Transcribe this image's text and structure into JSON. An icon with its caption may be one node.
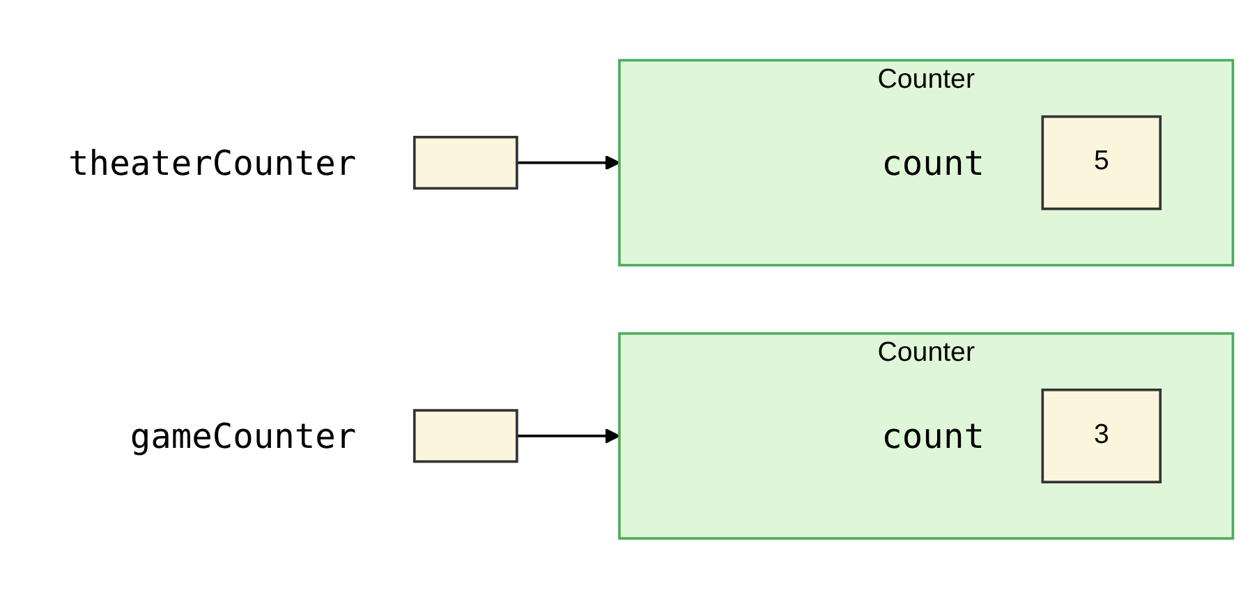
{
  "diagram": {
    "nodes": [
      {
        "text": [],
        "shape": "box",
        "beside": [
          "theaterCounter"
        ]
      },
      {
        "text": [
          "Counter"
        ]
      },
      {
        "text": [
          "5"
        ],
        "in": 1,
        "beside": [
          "count"
        ]
      },
      {
        "text": [],
        "shape": "box",
        "beside": [
          "gameCounter"
        ]
      },
      {
        "text": [
          "Counter"
        ]
      },
      {
        "text": [
          "3"
        ],
        "in": 4,
        "beside": [
          "count"
        ]
      }
    ],
    "edges": [
      {
        "from": 0,
        "to": 1,
        "arrow": "to"
      },
      {
        "from": 3,
        "to": 4,
        "arrow": "to"
      }
    ]
  }
}
